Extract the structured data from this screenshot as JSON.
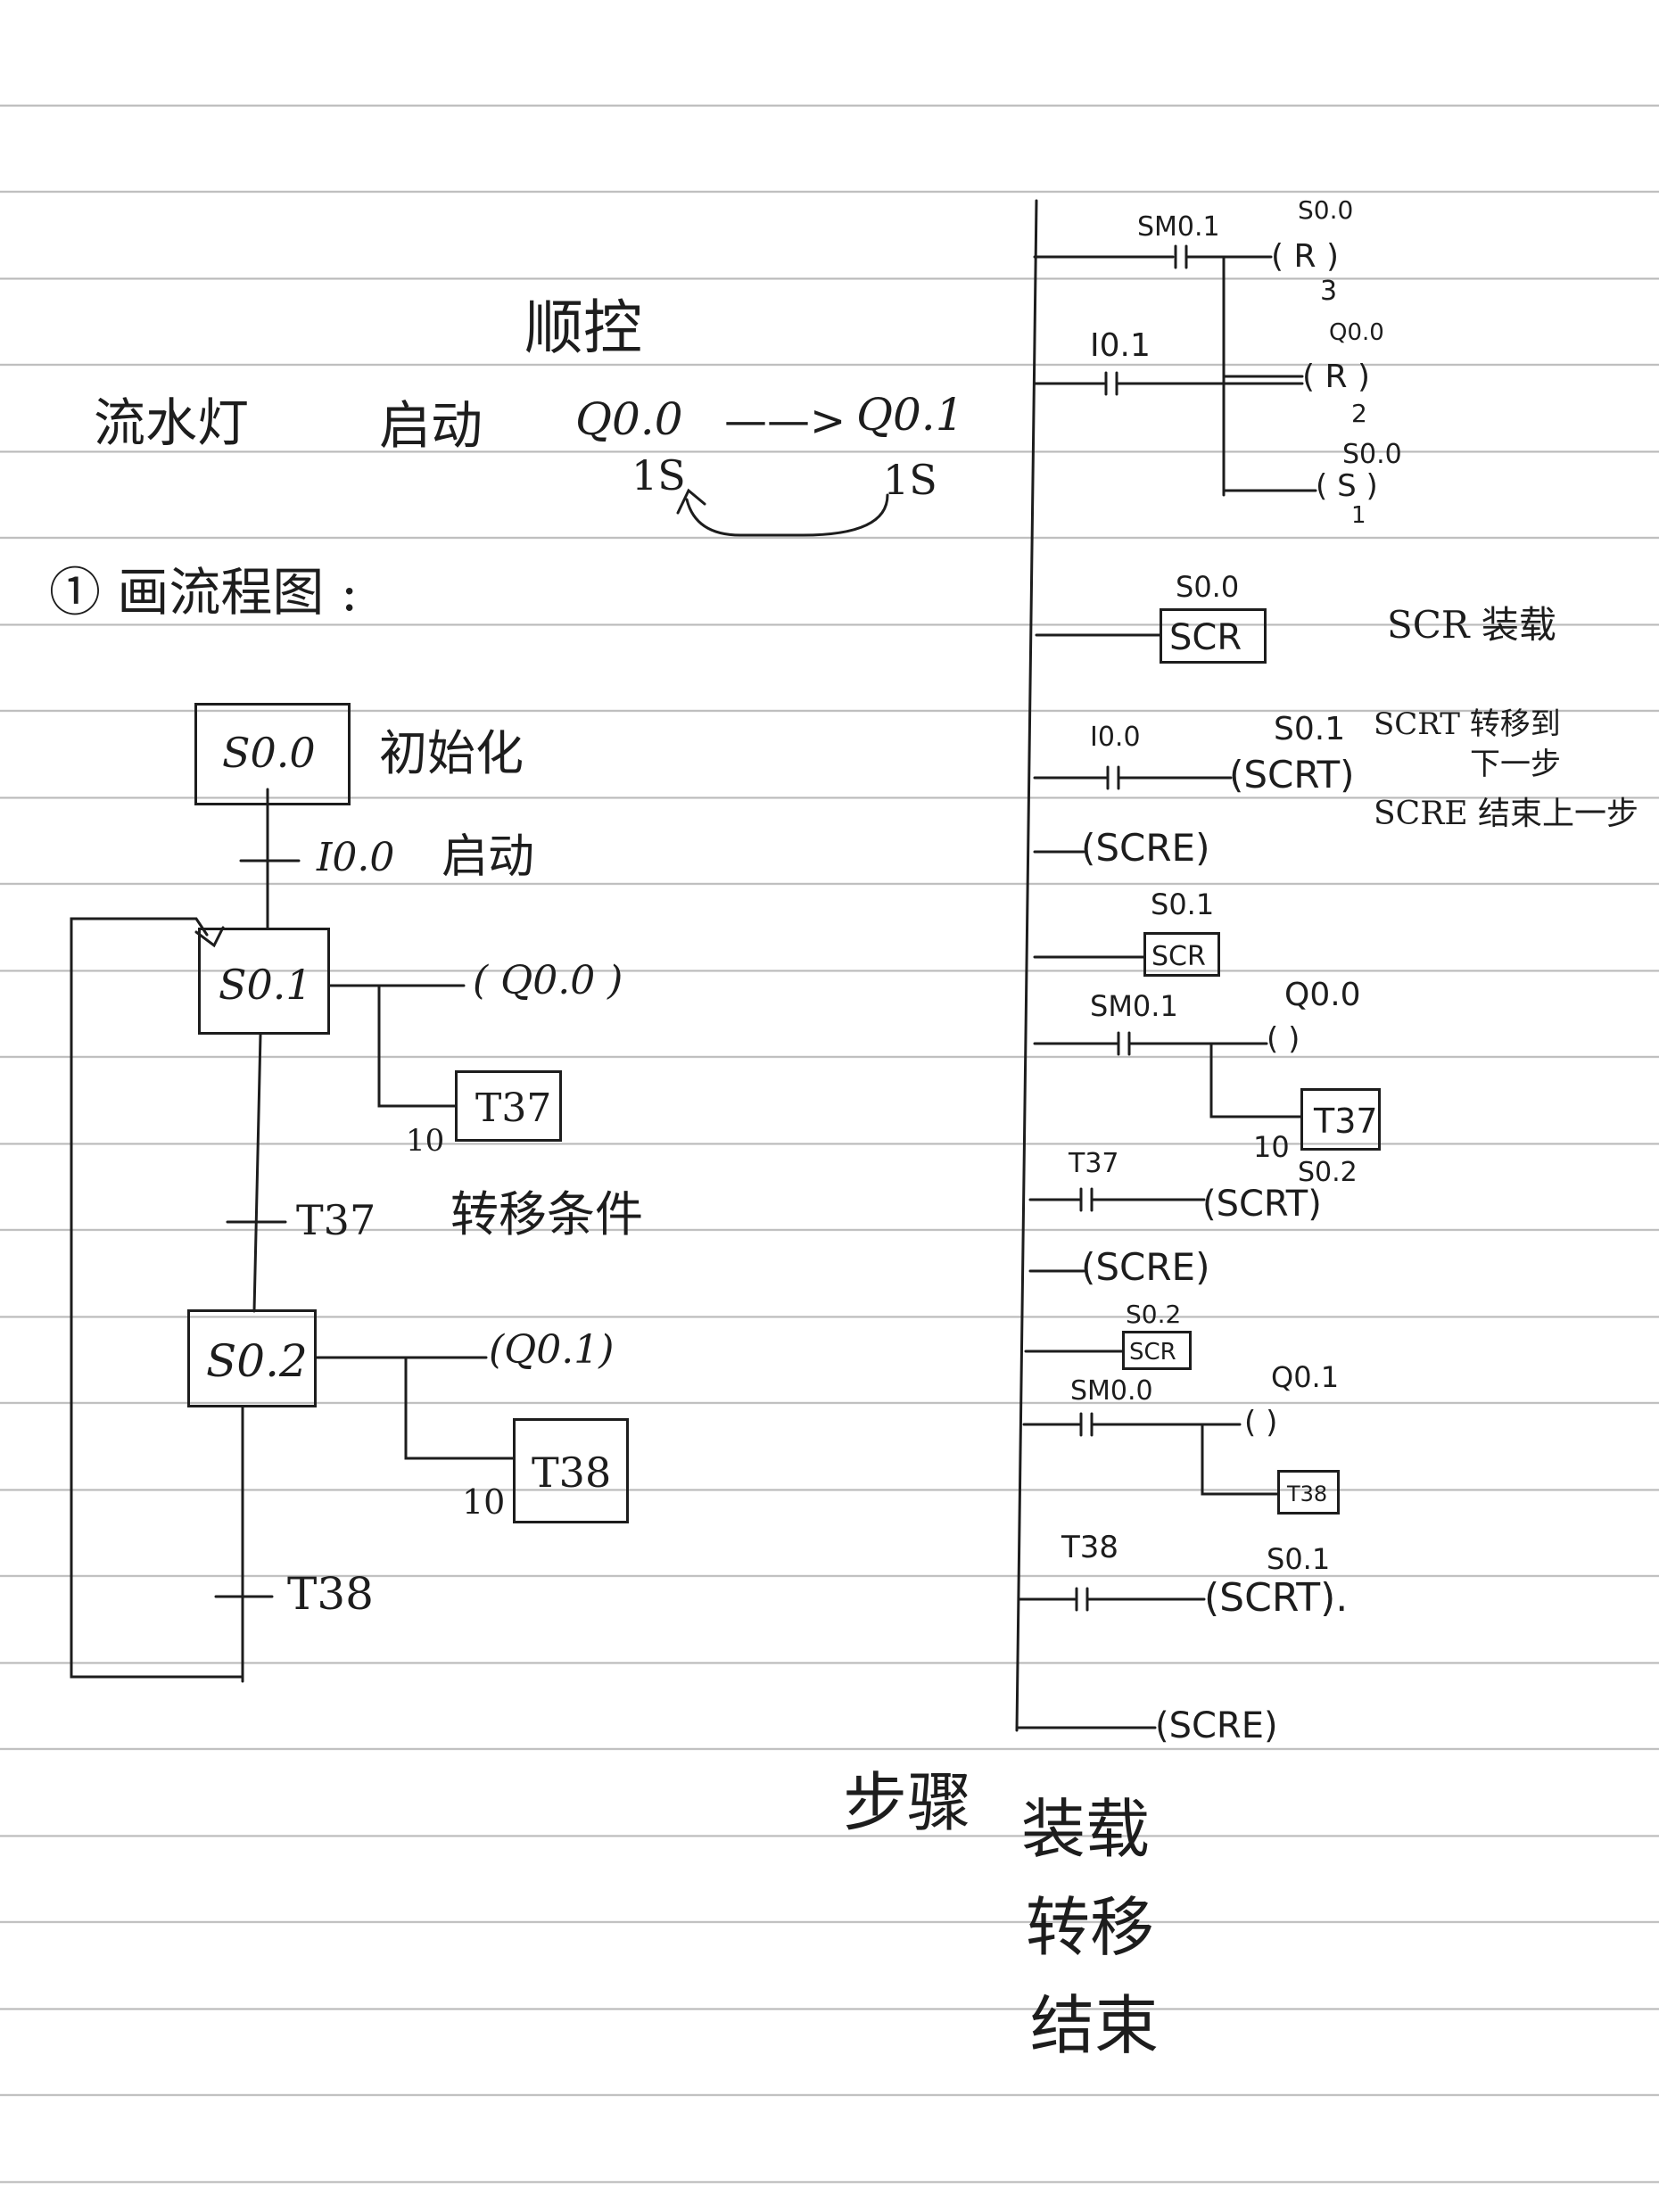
{
  "header": {
    "title": "顺控",
    "topic": "流水灯",
    "start_label": "启动",
    "output_a": "Q0.0",
    "arrow": "——>",
    "output_b": "Q0.1",
    "time_a": "1S",
    "time_b": "1S"
  },
  "flowchart": {
    "heading": "① 画流程图 :",
    "s00": "S0.0",
    "s00_note": "初始化",
    "cond_start": "I0.0",
    "cond_start_note": "启动",
    "s01": "S0.1",
    "s01_out": "( Q0.0 )",
    "t37_box": "T37",
    "t37_preset": "10",
    "cond_t37": "T37",
    "cond_t37_note": "转移条件",
    "s02": "S0.2",
    "s02_out": "(Q0.1)",
    "t38_box": "T38",
    "t38_preset": "10",
    "cond_t38": "T38"
  },
  "ladder": {
    "r1_contact": "SM0.1",
    "r1_coil_addr": "S0.0",
    "r1_coil": "( R )",
    "r1_count": "3",
    "r2_contact": "I0.1",
    "r2_coil_addr": "Q0.0",
    "r2_coil": "( R )",
    "r2_count": "2",
    "r3_coil_addr": "S0.0",
    "r3_coil": "( S )",
    "r3_count": "1",
    "scr1_addr": "S0.0",
    "scr1": "SCR",
    "scr_note": "SCR 装载",
    "r4_contact": "I0.0",
    "scrt1_addr": "S0.1",
    "scrt1": "(SCRT)",
    "scrt_note_1": "SCRT 转移到",
    "scrt_note_2": "下一步",
    "scre_note": "SCRE 结束上一步",
    "scre1": "(SCRE)",
    "scr2_addr": "S0.1",
    "scr2": "SCR",
    "r5_contact": "SM0.1",
    "r5_coil_addr": "Q0.0",
    "r5_coil": "(      )",
    "t37_box": "T37",
    "t37_preset": "10",
    "r6_contact": "T37",
    "scrt2_addr": "S0.2",
    "scrt2": "(SCRT)",
    "scre2": "(SCRE)",
    "scr3_addr": "S0.2",
    "scr3": "SCR",
    "r7_contact": "SM0.0",
    "r7_coil_addr": "Q0.1",
    "r7_coil": "(    )",
    "t38_box": "T38",
    "r8_contact": "T38",
    "scrt3_addr": "S0.1",
    "scrt3": "(SCRT).",
    "scre3": "(SCRE)"
  },
  "summary": {
    "label": "步骤",
    "item1": "装载",
    "item2": "转移",
    "item3": "结束"
  }
}
